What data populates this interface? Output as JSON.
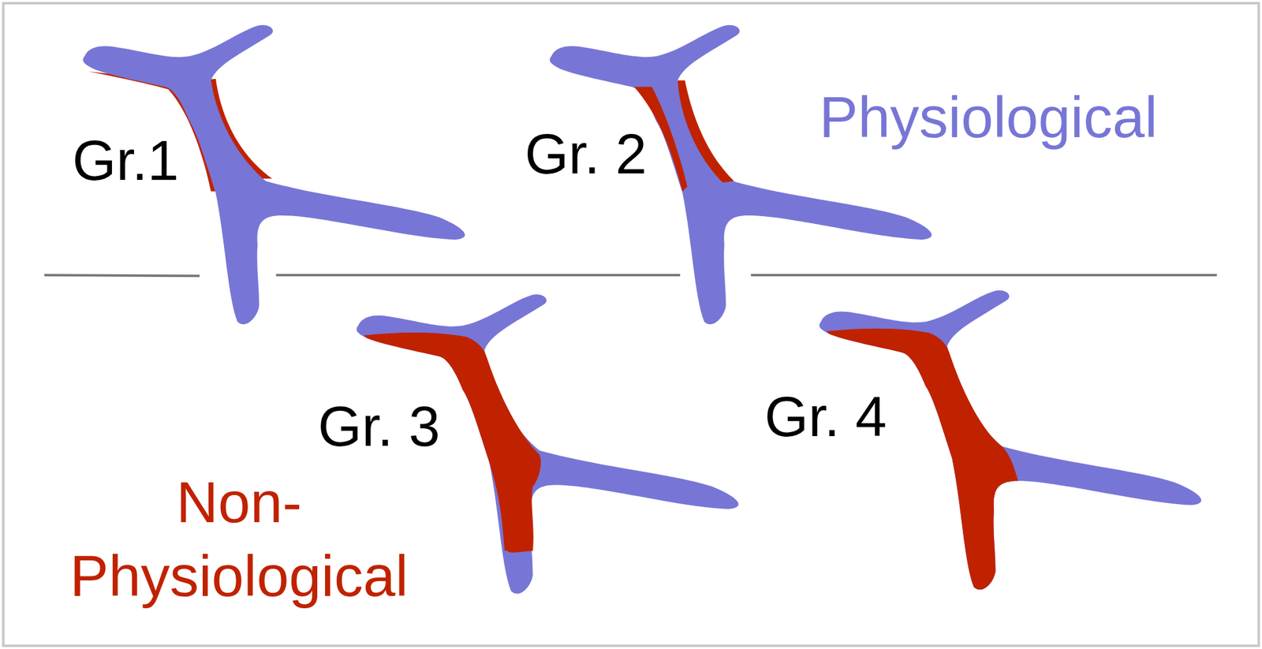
{
  "diagram": {
    "labels": [
      "Gr.1",
      "Gr. 2",
      "Physiological",
      "Gr. 3",
      "Gr. 4",
      "Non- Physiological"
    ]
  }
}
